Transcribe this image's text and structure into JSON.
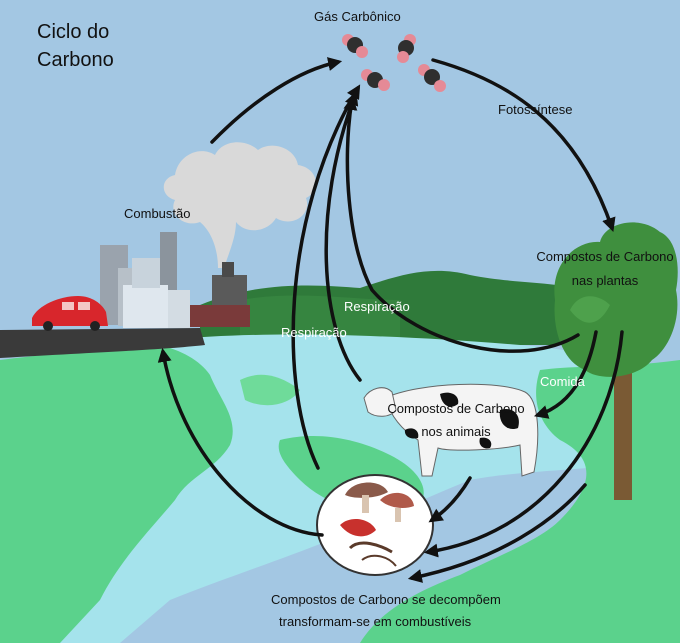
{
  "title": {
    "line1": "Ciclo do",
    "line2": "Carbono"
  },
  "labels": {
    "co2": "Gás Carbônico",
    "photosynthesis": "Fotossíntese",
    "combustion": "Combustão",
    "plants_line1": "Compostos de Carbono",
    "plants_line2": "nas plantas",
    "respiration_animals": "Respiração",
    "respiration_left": "Respiração",
    "food": "Comida",
    "animals_line1": "Compostos de Carbono",
    "animals_line2": "nos animais",
    "decompose_line1": "Compostos de Carbono  se decompõem",
    "decompose_line2": "transformam-se em combustíveis"
  },
  "icons": [
    "co2-molecule-icon",
    "factory-icon",
    "car-icon",
    "tree-icon",
    "cow-icon",
    "decomposers-icon"
  ],
  "colors": {
    "sky": "#a3c7e3",
    "grass": "#5bd28c",
    "water": "#a5e3ec",
    "hills": "#2f7a3a",
    "tree": "#3f8f3e",
    "arrow": "#111111",
    "car": "#d8262c"
  }
}
